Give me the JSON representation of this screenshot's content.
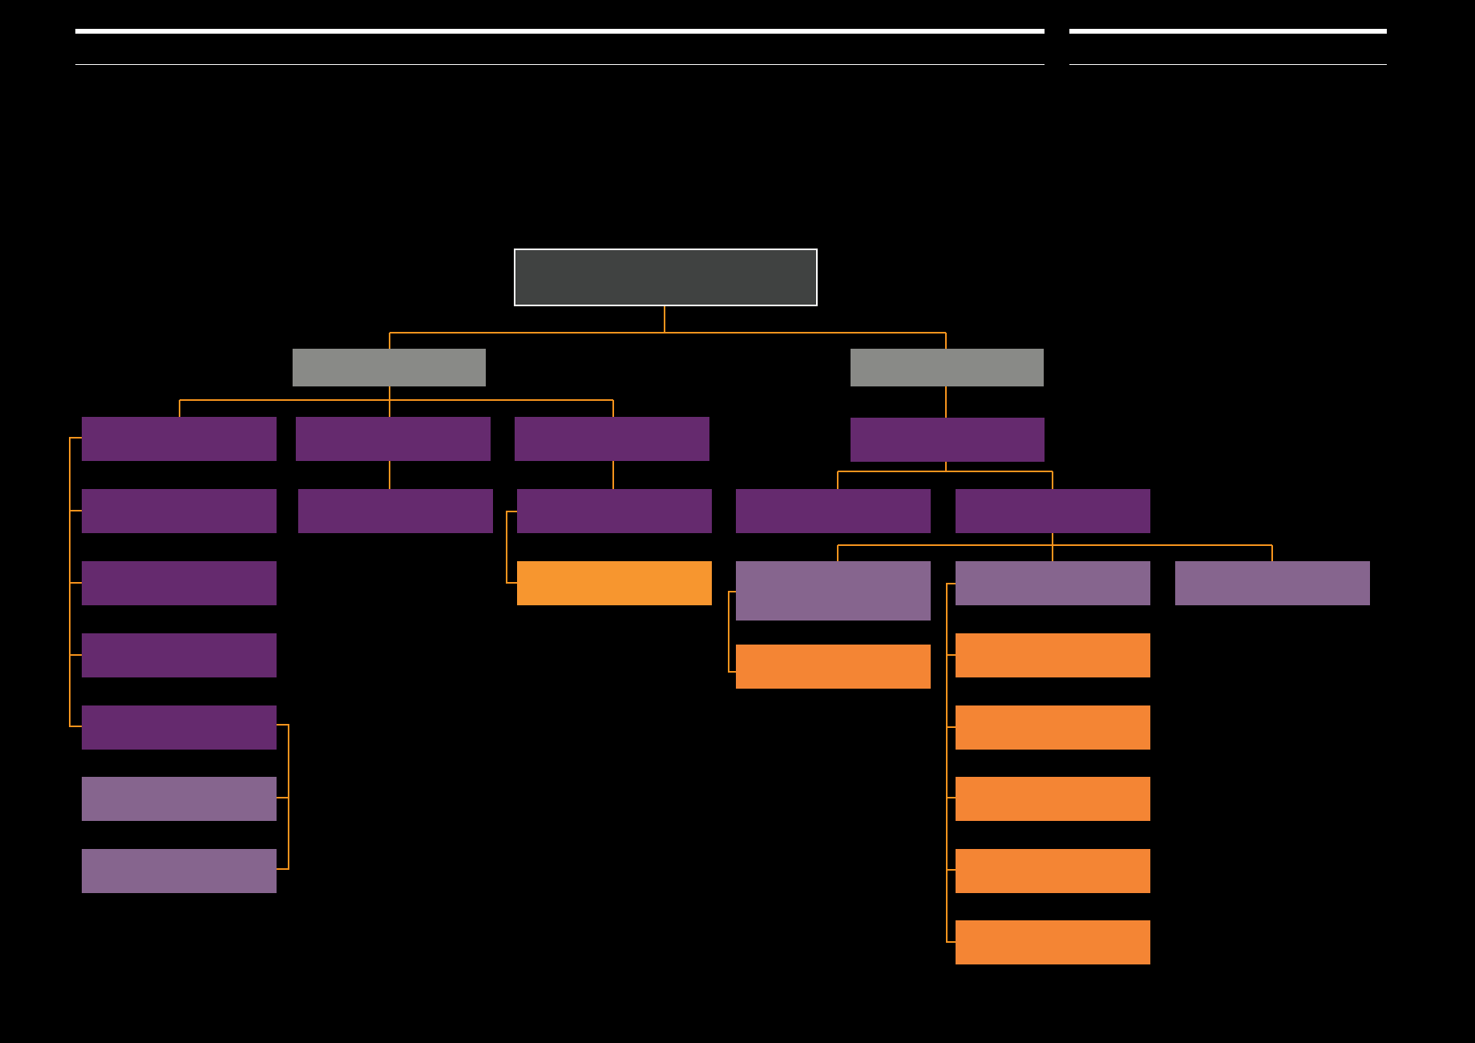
{
  "colors": {
    "background": "#000000",
    "rule": "#ffffff",
    "connector": "#f7941d",
    "root_fill": "#404241",
    "root_border": "#ffffff",
    "level1_fill": "#898a87",
    "dark_purple": "#652a6e",
    "light_purple": "#86658e",
    "orange_primary": "#f7962f",
    "orange_secondary": "#f48534"
  },
  "header": {
    "left_title": "",
    "right_title": ""
  },
  "nodes": [
    {
      "id": "root",
      "label": "",
      "fill": "root_fill",
      "border": "root_border"
    },
    {
      "id": "branch-left",
      "label": "",
      "fill": "level1_fill"
    },
    {
      "id": "branch-right",
      "label": "",
      "fill": "level1_fill"
    },
    {
      "id": "left-a1",
      "label": "",
      "fill": "dark_purple"
    },
    {
      "id": "left-a2",
      "label": "",
      "fill": "dark_purple"
    },
    {
      "id": "left-a3",
      "label": "",
      "fill": "dark_purple"
    },
    {
      "id": "left-a4",
      "label": "",
      "fill": "dark_purple"
    },
    {
      "id": "left-a5",
      "label": "",
      "fill": "dark_purple"
    },
    {
      "id": "left-a6",
      "label": "",
      "fill": "light_purple"
    },
    {
      "id": "left-a7",
      "label": "",
      "fill": "light_purple"
    },
    {
      "id": "left-b1",
      "label": "",
      "fill": "dark_purple"
    },
    {
      "id": "left-b2",
      "label": "",
      "fill": "dark_purple"
    },
    {
      "id": "left-c1",
      "label": "",
      "fill": "dark_purple"
    },
    {
      "id": "left-c2",
      "label": "",
      "fill": "dark_purple"
    },
    {
      "id": "left-c3",
      "label": "",
      "fill": "orange_primary"
    },
    {
      "id": "right-1",
      "label": "",
      "fill": "dark_purple"
    },
    {
      "id": "right-2a",
      "label": "",
      "fill": "dark_purple"
    },
    {
      "id": "right-2b",
      "label": "",
      "fill": "dark_purple"
    },
    {
      "id": "right-3a",
      "label": "",
      "fill": "light_purple"
    },
    {
      "id": "right-3a-child",
      "label": "",
      "fill": "orange_secondary"
    },
    {
      "id": "right-3b",
      "label": "",
      "fill": "light_purple"
    },
    {
      "id": "right-3c",
      "label": "",
      "fill": "light_purple"
    },
    {
      "id": "right-3b-child1",
      "label": "",
      "fill": "orange_secondary"
    },
    {
      "id": "right-3b-child2",
      "label": "",
      "fill": "orange_secondary"
    },
    {
      "id": "right-3b-child3",
      "label": "",
      "fill": "orange_secondary"
    },
    {
      "id": "right-3b-child4",
      "label": "",
      "fill": "orange_secondary"
    },
    {
      "id": "right-3b-child5",
      "label": "",
      "fill": "orange_secondary"
    }
  ]
}
